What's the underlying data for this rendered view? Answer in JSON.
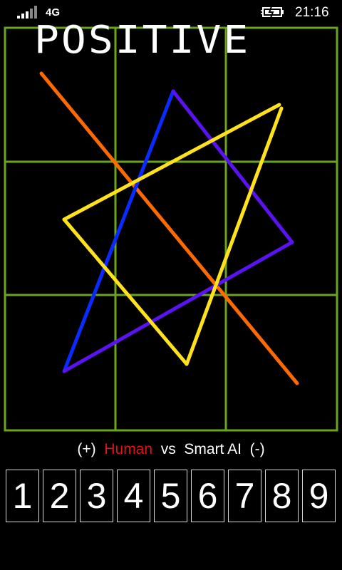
{
  "status_bar": {
    "signal_icon": "signal-bars-icon",
    "network": "4G",
    "battery_icon": "battery-charging-icon",
    "time": "21:16"
  },
  "board": {
    "title": "POSITIVE",
    "grid_color": "#6aa420",
    "line_colors": {
      "orange": "#ff6a00",
      "blue": "#0a2bff",
      "violet": "#5a12f0",
      "yellow": "#ffe21a"
    }
  },
  "players": {
    "plus_label": "(+)",
    "human": "Human",
    "vs": "vs",
    "ai": "Smart AI",
    "minus_label": "(-)",
    "human_color": "#e0111b"
  },
  "digits": [
    "1",
    "2",
    "3",
    "4",
    "5",
    "6",
    "7",
    "8",
    "9"
  ]
}
